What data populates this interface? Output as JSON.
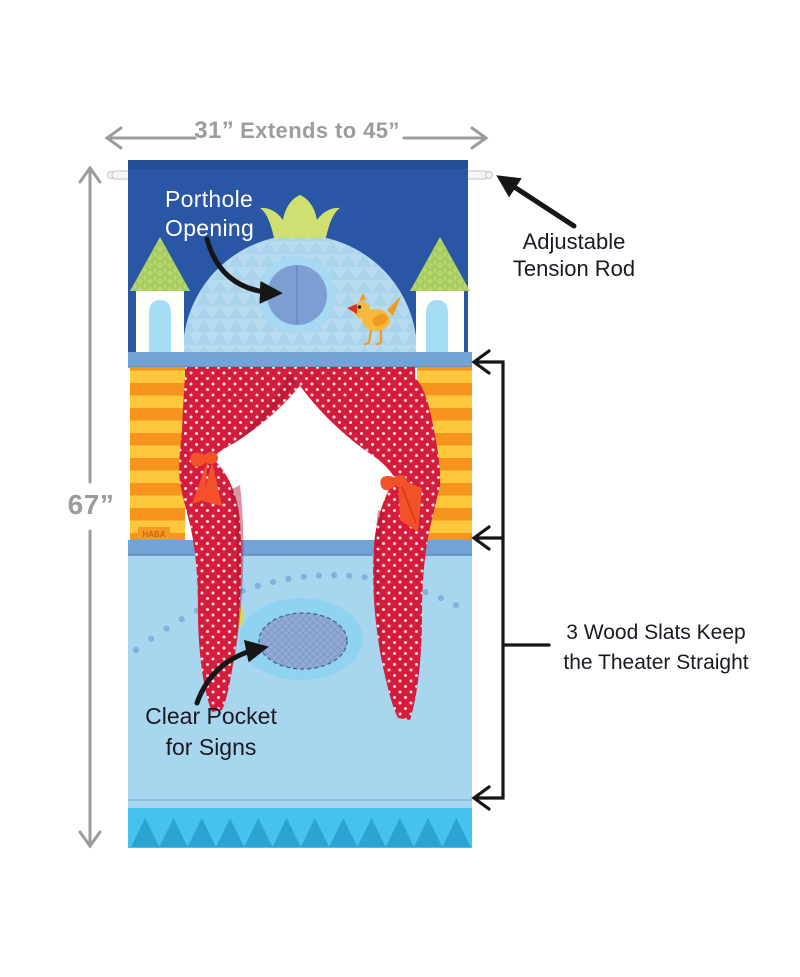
{
  "annotations": {
    "width": {
      "value": "31”",
      "note": "Extends to 45”"
    },
    "height": {
      "value": "67”"
    },
    "porthole": {
      "line1": "Porthole",
      "line2": "Opening"
    },
    "tension_rod": {
      "line1": "Adjustable",
      "line2": "Tension Rod"
    },
    "wood_slats": {
      "line1": "3 Wood Slats Keep",
      "line2": "the Theater Straight"
    },
    "clear_pocket": {
      "line1": "Clear Pocket",
      "line2": "for Signs"
    }
  },
  "brand_tag": "HABA",
  "colors": {
    "measure_gray": "#9c9c9c",
    "label_black": "#1a1a22",
    "arrow_black": "#161616",
    "banner_blue": "#2957a6",
    "banner_dark": "#234f97",
    "dome_blue": "#b9dbf0",
    "dome_triangle": "#9fcbe8",
    "porthole_ring": "#a7d9f3",
    "porthole_inner": "#7d9ed2",
    "crown_green": "#cfe070",
    "roof_green": "#b5d76c",
    "roof_scallop": "#9cc257",
    "tower_white": "#fdfdfa",
    "window_blue": "#a4ddf4",
    "slat_blue": "#73a3d6",
    "column_orange": "#f6941d",
    "stripe_yellow": "#ffc83c",
    "curtain_red": "#d41d3c",
    "curtain_shadow": "#ab1530",
    "ribbon_orange": "#f2512a",
    "panel_blue": "#a9d6ef",
    "panel_dot": "#82b2dc",
    "pocket_ring": "#8fd3f0",
    "pocket_mesh": "#93abd6",
    "badge_green": "#c9de53",
    "star_green": "#4fbc74",
    "zigzag_band": "#45c2ee",
    "zigzag_triangle": "#2ba4d4",
    "bird_yellow": "#f6bb3e",
    "bird_orange": "#ed9b22",
    "bird_beak": "#e03020",
    "rod_white": "#f5f5f3"
  }
}
